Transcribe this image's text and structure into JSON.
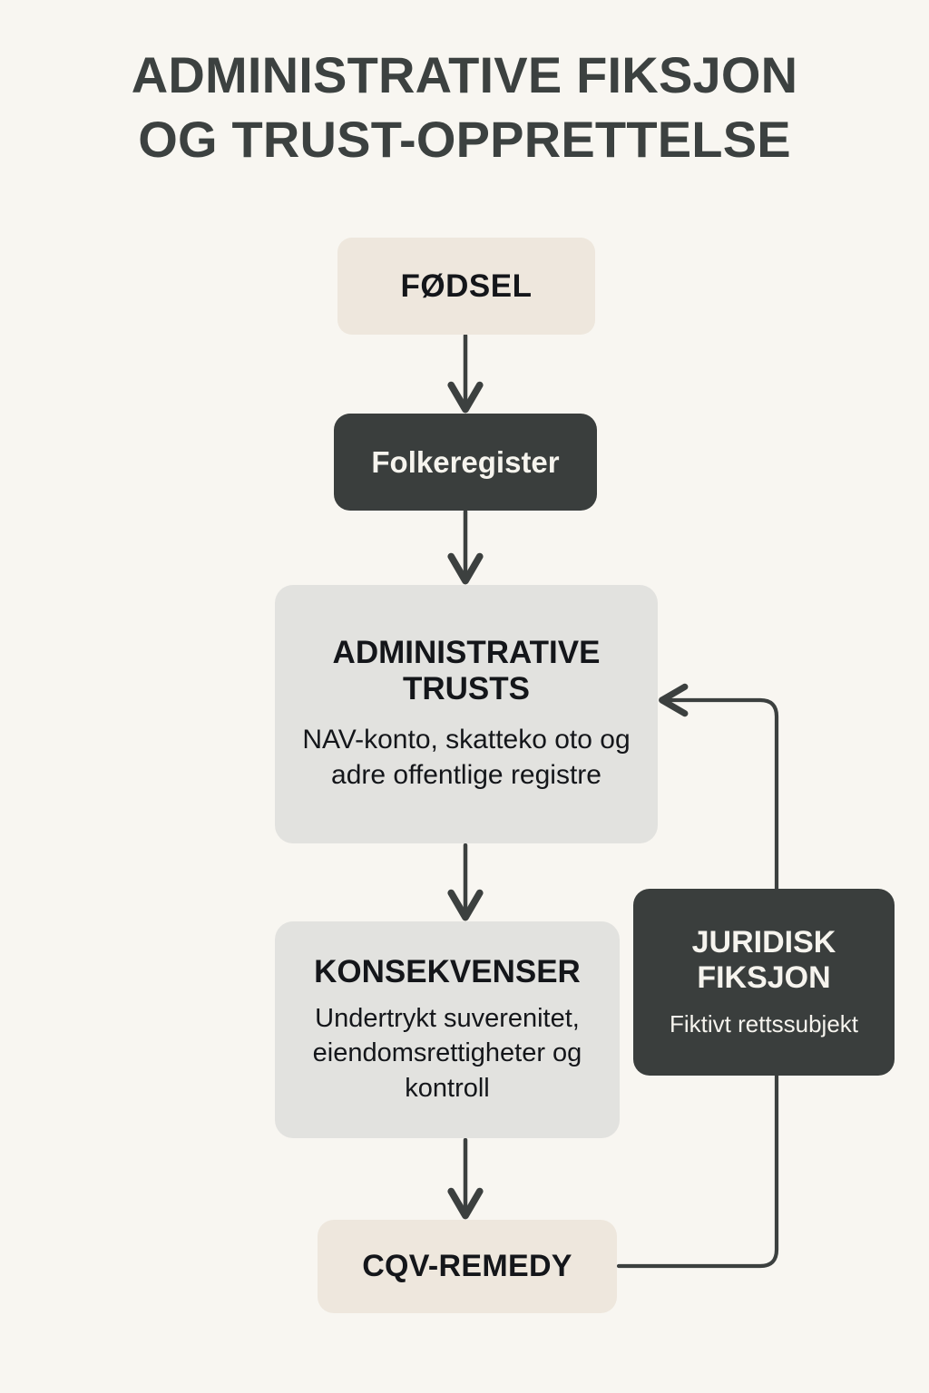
{
  "page": {
    "title_line1": "ADMINISTRATIVE FIKSJON",
    "title_line2": "OG TRUST-OPPRETTELSE",
    "background_color": "#F8F6F1",
    "title_color": "#3C4140"
  },
  "palette": {
    "beige": "#EEE7DD",
    "gray": "#E2E2DF",
    "dark": "#3A3E3D",
    "text_dark": "#14161A",
    "text_light": "#F6F4EE",
    "connector": "#3C403F"
  },
  "diagram": {
    "type": "flowchart",
    "nodes": [
      {
        "id": "fodsel",
        "title": "FØDSEL",
        "subtitle": "",
        "style": "beige"
      },
      {
        "id": "folkeregister",
        "title": "Folkeregister",
        "subtitle": "",
        "style": "dark"
      },
      {
        "id": "admin-trusts",
        "title": "ADMINISTRATIVE TRUSTS",
        "subtitle": "NAV-konto, skatteko oto og adre offentlige registre",
        "style": "gray"
      },
      {
        "id": "konsekvenser",
        "title": "KONSEKVENSER",
        "subtitle": "Undertrykt suverenitet, eiendomsrettigheter og kontroll",
        "style": "gray"
      },
      {
        "id": "juridisk-fiksjon",
        "title": "JURIDISK FIKSJON",
        "subtitle": "Fiktivt rettssubjekt",
        "style": "dark"
      },
      {
        "id": "cqv-remedy",
        "title": "CQV-REMEDY",
        "subtitle": "",
        "style": "beige"
      }
    ],
    "edges": [
      {
        "from": "fodsel",
        "to": "folkeregister",
        "label": "",
        "kind": "arrow-down"
      },
      {
        "from": "folkeregister",
        "to": "admin-trusts",
        "label": "",
        "kind": "arrow-down"
      },
      {
        "from": "admin-trusts",
        "to": "konsekvenser",
        "label": "",
        "kind": "arrow-down"
      },
      {
        "from": "konsekvenser",
        "to": "cqv-remedy",
        "label": "",
        "kind": "arrow-down"
      },
      {
        "from": "cqv-remedy",
        "to": "admin-trusts",
        "label": "",
        "kind": "feedback-loop-right"
      }
    ]
  }
}
